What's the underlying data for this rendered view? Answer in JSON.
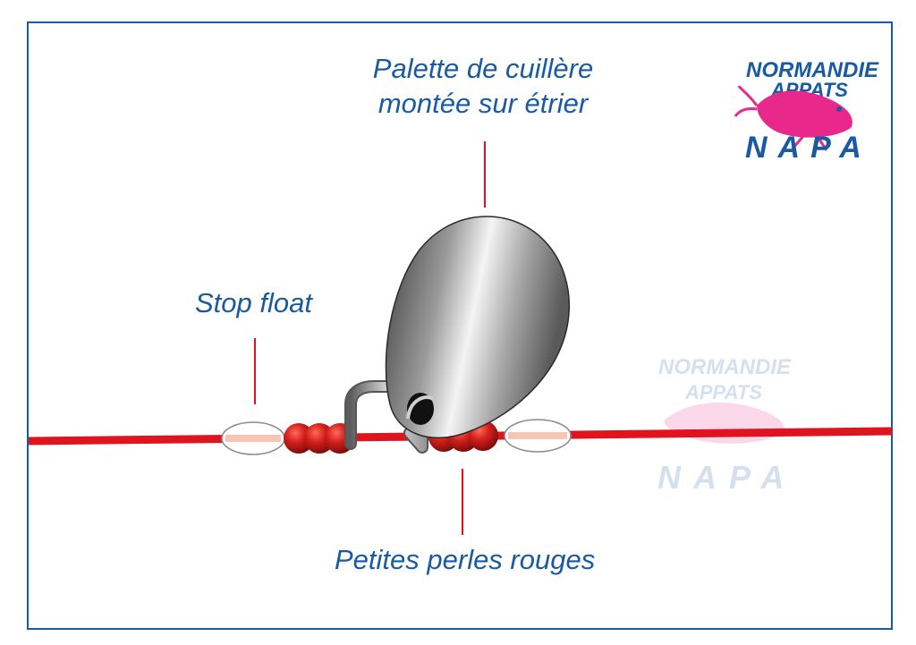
{
  "labels": {
    "spoon_line1": "Palette de cuillère",
    "spoon_line2": "montée sur étrier",
    "stop_float": "Stop float",
    "beads": "Petites perles rouges"
  },
  "logo": {
    "line1": "NORMANDIE",
    "line2": "APPATS",
    "line3": "NAPA"
  },
  "watermark": {
    "line1": "NORMANDIE",
    "line2": "APPATS",
    "line3": "NAPA"
  },
  "colors": {
    "text_blue": "#1a5aa0",
    "line_red": "#e0141e",
    "bead_red": "#cc1a1a",
    "logo_pink": "#e8288a",
    "frame_blue": "#1a5aa0"
  }
}
